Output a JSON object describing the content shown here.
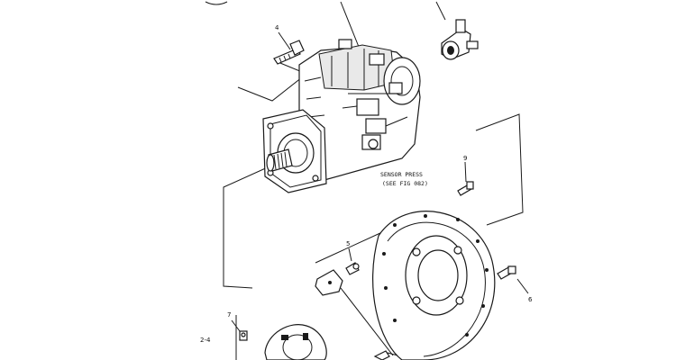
{
  "callouts": {
    "c4": "4",
    "c9": "9",
    "c5": "5",
    "c6": "6",
    "c7": "7",
    "c24": "2-4"
  },
  "note": {
    "line1": "SENSOR PRESS",
    "line2": "(SEE FIG 082)"
  }
}
